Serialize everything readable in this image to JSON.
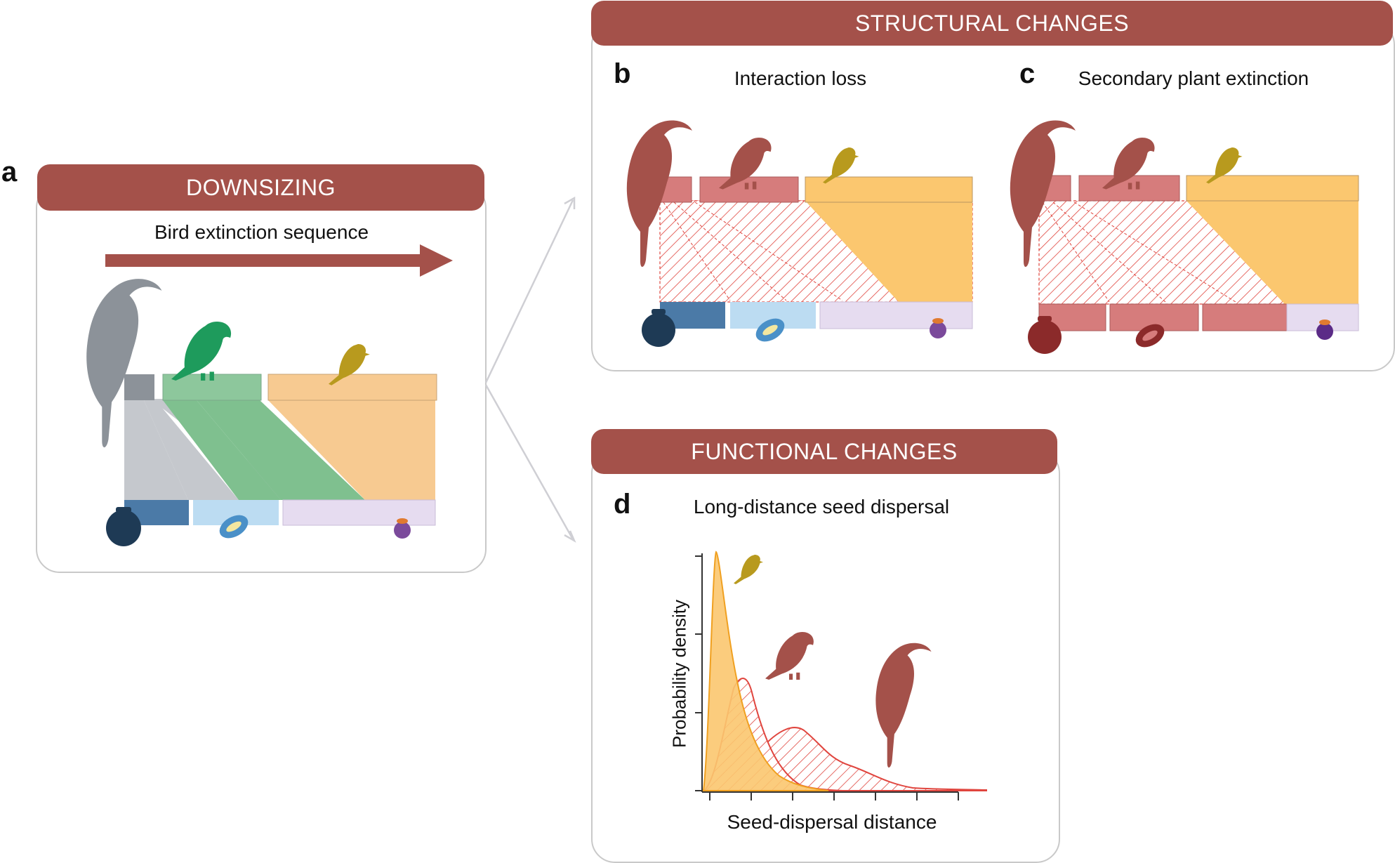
{
  "panel_a": {
    "letter": "a",
    "banner": "DOWNSIZING",
    "subtitle": "Bird extinction sequence"
  },
  "structural": {
    "banner": "STRUCTURAL CHANGES"
  },
  "panel_b": {
    "letter": "b",
    "title": "Interaction loss"
  },
  "panel_c": {
    "letter": "c",
    "title": "Secondary plant extinction"
  },
  "functional": {
    "banner": "FUNCTIONAL CHANGES"
  },
  "panel_d": {
    "letter": "d",
    "title": "Long-distance seed dispersal",
    "ylabel": "Probability density",
    "xlabel": "Seed-dispersal distance"
  },
  "colors": {
    "banner": "#a4514a",
    "toucan_grey": "#8c9299",
    "parrot_green": "#1e9b5c",
    "finch_gold": "#b89a1e",
    "bird_red": "#a4514a",
    "orange": "#fbc76f",
    "pink": "#d67c7c",
    "plant_blue": "#4b7aa7",
    "plant_lightblue": "#bcdcf2",
    "plant_lavender": "#e6dcf0",
    "hatch_red": "#e0453e"
  },
  "icons": [
    "toucan-icon",
    "parrot-icon",
    "finch-icon",
    "large-fruit-icon",
    "medium-fruit-icon",
    "small-berry-icon",
    "arrow-icon"
  ]
}
